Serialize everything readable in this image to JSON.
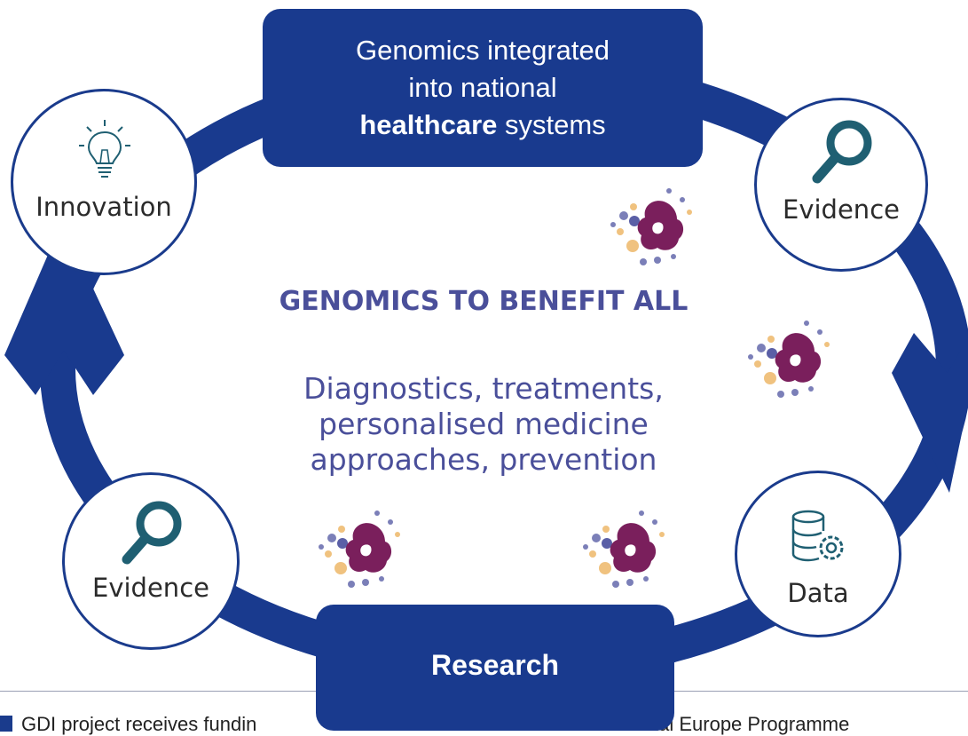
{
  "colors": {
    "cycle": "#193a8e",
    "text": "#4a4f9a",
    "icon": "#1f5f72"
  },
  "top_box": {
    "line1": "Genomics integrated",
    "line2": "into national",
    "line3_bold": "healthcare",
    "line3_rest": " systems"
  },
  "bottom_box": {
    "label": "Research"
  },
  "nodes": {
    "innovation": {
      "label": "Innovation",
      "icon": "lightbulb-icon"
    },
    "evidence_right": {
      "label": "Evidence",
      "icon": "magnifier-icon"
    },
    "data": {
      "label": "Data",
      "icon": "database-gear-icon"
    },
    "evidence_left": {
      "label": "Evidence",
      "icon": "magnifier-icon"
    }
  },
  "center": {
    "title": "GENOMICS TO BENEFIT ALL",
    "description": "Diagnostics, treatments, personalised medicine approaches, prevention"
  },
  "footer": {
    "left": "GDI project receives fundin",
    "right": "tal Europe Programme"
  }
}
